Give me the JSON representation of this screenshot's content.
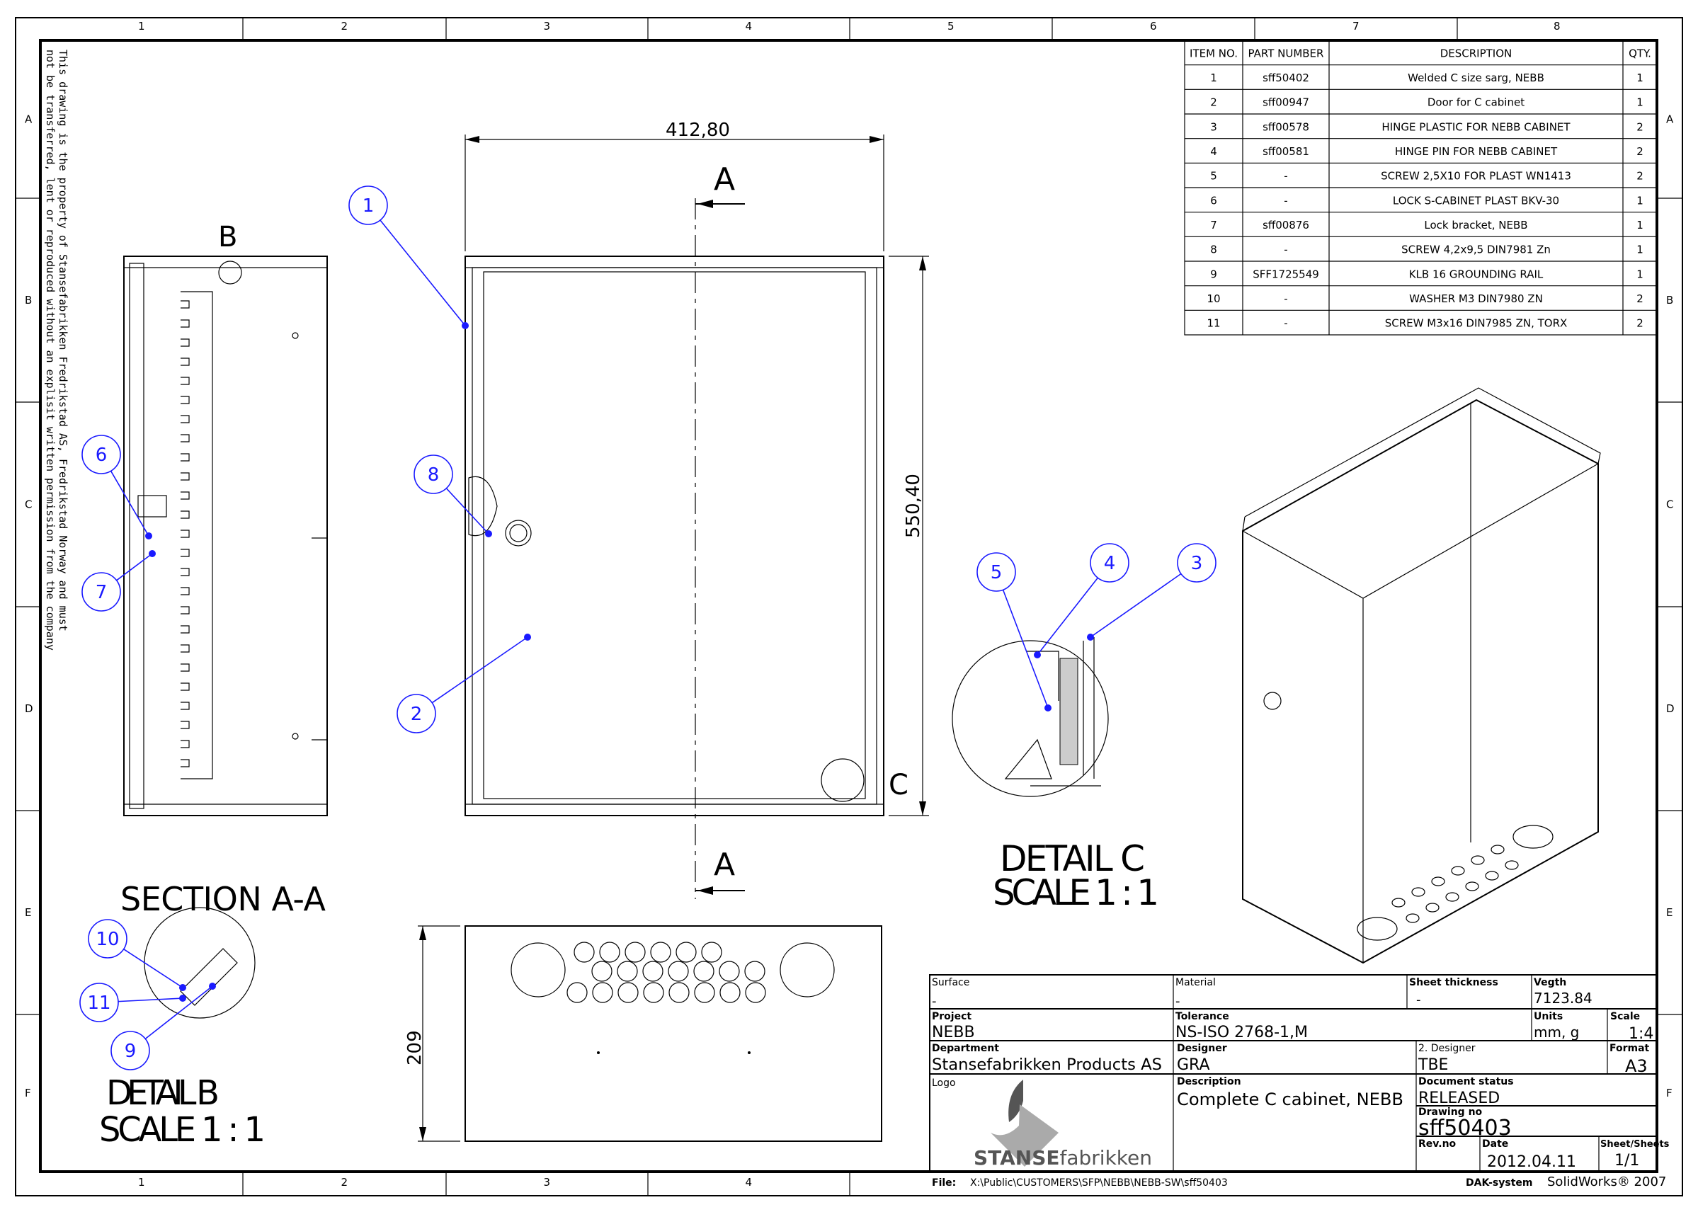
{
  "frame": {
    "columns": [
      "1",
      "2",
      "3",
      "4",
      "5",
      "6",
      "7",
      "8"
    ],
    "rows": [
      "A",
      "B",
      "C",
      "D",
      "E",
      "F"
    ]
  },
  "notice": {
    "line1": "This drawing is the property of Stansefabrikken Fredrikstad AS, Fredrikstad Norway and must",
    "line2": "not be transferred, lent or reproduced without an explisit written permission from the company"
  },
  "bom": {
    "headers": [
      "ITEM NO.",
      "PART NUMBER",
      "DESCRIPTION",
      "QTY."
    ],
    "rows": [
      [
        "1",
        "sff50402",
        "Welded C size sarg, NEBB",
        "1"
      ],
      [
        "2",
        "sff00947",
        "Door for C cabinet",
        "1"
      ],
      [
        "3",
        "sff00578",
        "HINGE PLASTIC FOR NEBB CABINET",
        "2"
      ],
      [
        "4",
        "sff00581",
        "HINGE PIN FOR NEBB CABINET",
        "2"
      ],
      [
        "5",
        "-",
        "SCREW 2,5X10  FOR PLAST WN1413",
        "2"
      ],
      [
        "6",
        "-",
        "LOCK S-CABINET PLAST BKV-30",
        "1"
      ],
      [
        "7",
        "sff00876",
        "Lock bracket, NEBB",
        "1"
      ],
      [
        "8",
        "-",
        "SCREW 4,2x9,5 DIN7981 Zn",
        "1"
      ],
      [
        "9",
        "SFF1725549",
        "KLB 16 GROUNDING RAIL",
        "1"
      ],
      [
        "10",
        "-",
        "WASHER M3 DIN7980 ZN",
        "2"
      ],
      [
        "11",
        "-",
        "SCREW M3x16 DIN7985 ZN, TORX",
        "2"
      ]
    ]
  },
  "views": {
    "dim_width": "412,80",
    "dim_height": "550,40",
    "dim_depth": "209",
    "section_letter": "A",
    "detail_b_letter": "B",
    "detail_c_letter": "C",
    "section_title": "SECTION A-A",
    "detail_c_title": "DETAIL C",
    "detail_c_scale": "SCALE 1 : 1",
    "detail_b_title": "DETAIL B",
    "detail_b_scale": "SCALE 1 : 1"
  },
  "balloons": [
    "1",
    "2",
    "3",
    "4",
    "5",
    "6",
    "7",
    "8",
    "9",
    "10",
    "11"
  ],
  "title_block": {
    "surface_label": "Surface",
    "surface": "-",
    "material_label": "Material",
    "material": "-",
    "sheet_thickness_label": "Sheet thickness",
    "sheet_thickness": "-",
    "weight_label": "Vegth",
    "weight": "7123.84",
    "project_label": "Project",
    "project": "NEBB",
    "tolerance_label": "Tolerance",
    "tolerance": "NS-ISO 2768-1,M",
    "units_label": "Units",
    "units": "mm, g",
    "scale_label": "Scale",
    "scale": "1:4",
    "department_label": "Department",
    "department": "Stansefabrikken Products AS",
    "designer_label": "Designer",
    "designer": "GRA",
    "designer2_label": "2. Designer",
    "designer2": "TBE",
    "format_label": "Format",
    "format": "A3",
    "logo_label": "Logo",
    "logo_text_bold": "STANSE",
    "logo_text": "fabrikken",
    "description_label": "Description",
    "description": "Complete C cabinet, NEBB",
    "doc_status_label": "Document status",
    "doc_status": "RELEASED",
    "drawing_no_label": "Drawing no",
    "drawing_no": "sff50403",
    "revno_label": "Rev.no",
    "revno": "",
    "date_label": "Date",
    "date": "2012.04.11",
    "sheets_label": "Sheet/Sheets",
    "sheets": "1/1"
  },
  "footer": {
    "file_label": "File:",
    "file_path": "X:\\Public\\CUSTOMERS\\SFP\\NEBB\\NEBB-SW\\sff50403",
    "system_label": "DAK-system",
    "system": "SolidWorks® 2007"
  }
}
